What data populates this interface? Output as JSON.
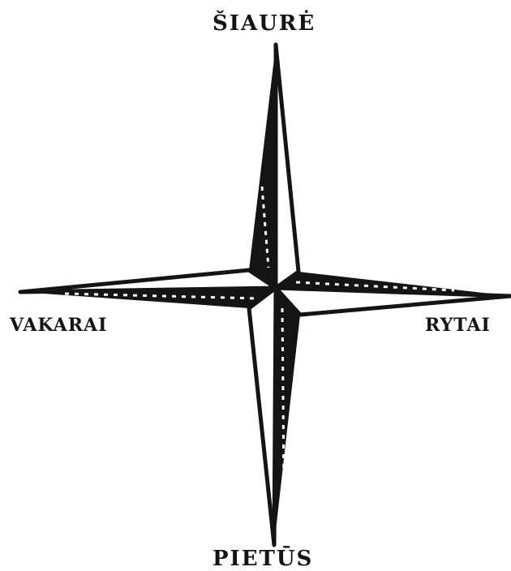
{
  "compass": {
    "north": "ŠIAURĖ",
    "south": "PIETŪS",
    "west": "VAKARAI",
    "east": "RYTAI"
  },
  "colors": {
    "ink": "#141414",
    "paper": "#ffffff"
  }
}
